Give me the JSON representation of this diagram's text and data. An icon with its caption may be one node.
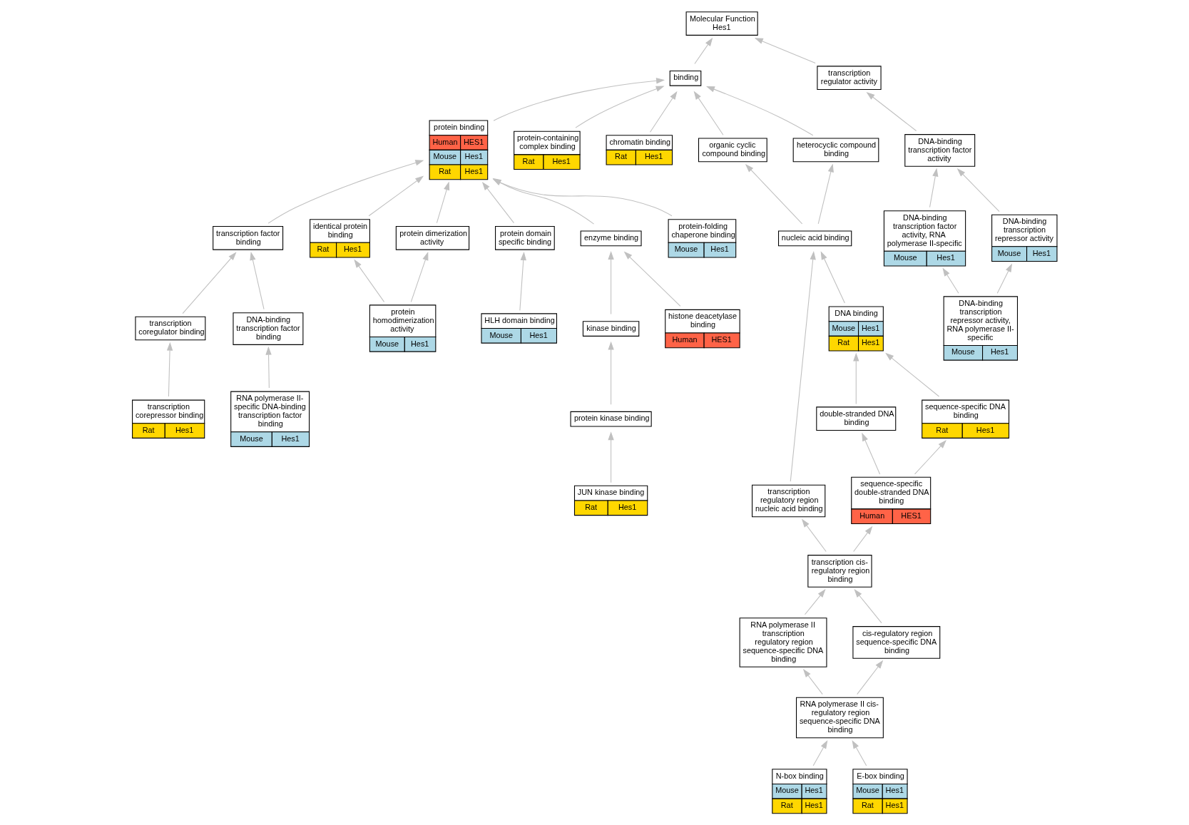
{
  "diagram": {
    "nodes": [
      {
        "text": [
          "Molecular Function Hes1"
        ]
      },
      {
        "text": [
          "binding"
        ]
      },
      {
        "text": [
          "transcription regulator activity"
        ]
      },
      {
        "text": [
          "protein binding",
          "Human",
          "HES1",
          "Mouse",
          "Hes1",
          "Rat",
          "Hes1"
        ]
      },
      {
        "text": [
          "protein-containing complex binding",
          "Rat",
          "Hes1"
        ]
      },
      {
        "text": [
          "chromatin binding",
          "Rat",
          "Hes1"
        ]
      },
      {
        "text": [
          "organic cyclic compound binding"
        ]
      },
      {
        "text": [
          "heterocyclic compound binding"
        ]
      },
      {
        "text": [
          "DNA-binding transcription factor activity"
        ]
      },
      {
        "text": [
          "nucleic acid binding"
        ]
      },
      {
        "text": [
          "transcription factor binding"
        ]
      },
      {
        "text": [
          "identical protein binding",
          "Rat",
          "Hes1"
        ]
      },
      {
        "text": [
          "protein dimerization activity"
        ]
      },
      {
        "text": [
          "protein domain specific binding"
        ]
      },
      {
        "text": [
          "enzyme binding"
        ]
      },
      {
        "text": [
          "protein-folding chaperone binding",
          "Mouse",
          "Hes1"
        ]
      },
      {
        "text": [
          "DNA-binding transcription factor activity, RNA polymerase II-specific",
          "Mouse",
          "Hes1"
        ]
      },
      {
        "text": [
          "DNA-binding transcription repressor activity",
          "Mouse",
          "Hes1"
        ]
      },
      {
        "text": [
          "DNA binding",
          "Mouse",
          "Hes1",
          "Rat",
          "Hes1"
        ]
      },
      {
        "text": [
          "transcription coregulator binding"
        ]
      },
      {
        "text": [
          "DNA-binding transcription factor binding"
        ]
      },
      {
        "text": [
          "protein homodimerization activity",
          "Mouse",
          "Hes1"
        ]
      },
      {
        "text": [
          "HLH domain binding",
          "Mouse",
          "Hes1"
        ]
      },
      {
        "text": [
          "kinase binding"
        ]
      },
      {
        "text": [
          "histone deacetylase binding",
          "Human",
          "HES1"
        ]
      },
      {
        "text": [
          "DNA-binding transcription repressor activity, RNA polymerase II-specific",
          "Mouse",
          "Hes1"
        ]
      },
      {
        "text": [
          "double-stranded DNA binding"
        ]
      },
      {
        "text": [
          "sequence-specific DNA binding",
          "Rat",
          "Hes1"
        ]
      },
      {
        "text": [
          "transcription corepressor binding",
          "Rat",
          "Hes1"
        ]
      },
      {
        "text": [
          "RNA polymerase II-specific DNA-binding transcription factor binding",
          "Mouse",
          "Hes1"
        ]
      },
      {
        "text": [
          "protein kinase binding"
        ]
      },
      {
        "text": [
          "transcription regulatory region nucleic acid binding"
        ]
      },
      {
        "text": [
          "sequence-specific double-stranded DNA binding",
          "Human",
          "HES1"
        ]
      },
      {
        "text": [
          "JUN kinase binding",
          "Rat",
          "Hes1"
        ]
      },
      {
        "text": [
          "transcription cis-regulatory region binding"
        ]
      },
      {
        "text": [
          "RNA polymerase II transcription regulatory region sequence-specific DNA binding"
        ]
      },
      {
        "text": [
          "cis-regulatory region sequence-specific DNA binding"
        ]
      },
      {
        "text": [
          "RNA polymerase II cis-regulatory region sequence-specific DNA binding"
        ]
      },
      {
        "text": [
          "N-box binding",
          "Mouse",
          "Hes1",
          "Rat",
          "Hes1"
        ]
      },
      {
        "text": [
          "E-box binding",
          "Mouse",
          "Hes1",
          "Rat",
          "Hes1"
        ]
      }
    ],
    "edges": [
      {
        "from": 1,
        "to": 0,
        "arrow": "to"
      },
      {
        "from": 2,
        "to": 0,
        "arrow": "to"
      },
      {
        "from": 6,
        "to": 1,
        "arrow": "to"
      },
      {
        "from": 7,
        "to": 1,
        "arrow": "to"
      },
      {
        "from": 3,
        "to": 1,
        "arrow": "to"
      },
      {
        "from": 4,
        "to": 1,
        "arrow": "to"
      },
      {
        "from": 5,
        "to": 1,
        "arrow": "to"
      },
      {
        "from": 8,
        "to": 2,
        "arrow": "to"
      },
      {
        "from": 9,
        "to": 6,
        "arrow": "to"
      },
      {
        "from": 9,
        "to": 7,
        "arrow": "to"
      },
      {
        "from": 10,
        "to": 3,
        "arrow": "to"
      },
      {
        "from": 11,
        "to": 3,
        "arrow": "to"
      },
      {
        "from": 12,
        "to": 3,
        "arrow": "to"
      },
      {
        "from": 13,
        "to": 3,
        "arrow": "to"
      },
      {
        "from": 14,
        "to": 3,
        "arrow": "to"
      },
      {
        "from": 15,
        "to": 3,
        "arrow": "to"
      },
      {
        "from": 16,
        "to": 8,
        "arrow": "to"
      },
      {
        "from": 17,
        "to": 8,
        "arrow": "to"
      },
      {
        "from": 18,
        "to": 9,
        "arrow": "to"
      },
      {
        "from": 31,
        "to": 9,
        "arrow": "to"
      },
      {
        "from": 19,
        "to": 10,
        "arrow": "to"
      },
      {
        "from": 20,
        "to": 10,
        "arrow": "to"
      },
      {
        "from": 21,
        "to": 11,
        "arrow": "to"
      },
      {
        "from": 21,
        "to": 12,
        "arrow": "to"
      },
      {
        "from": 22,
        "to": 13,
        "arrow": "to"
      },
      {
        "from": 23,
        "to": 14,
        "arrow": "to"
      },
      {
        "from": 24,
        "to": 14,
        "arrow": "to"
      },
      {
        "from": 25,
        "to": 16,
        "arrow": "to"
      },
      {
        "from": 25,
        "to": 17,
        "arrow": "to"
      },
      {
        "from": 26,
        "to": 18,
        "arrow": "to"
      },
      {
        "from": 27,
        "to": 18,
        "arrow": "to"
      },
      {
        "from": 28,
        "to": 19,
        "arrow": "to"
      },
      {
        "from": 29,
        "to": 20,
        "arrow": "to"
      },
      {
        "from": 30,
        "to": 23,
        "arrow": "to"
      },
      {
        "from": 33,
        "to": 30,
        "arrow": "to"
      },
      {
        "from": 32,
        "to": 26,
        "arrow": "to"
      },
      {
        "from": 32,
        "to": 27,
        "arrow": "to"
      },
      {
        "from": 34,
        "to": 31,
        "arrow": "to"
      },
      {
        "from": 34,
        "to": 32,
        "arrow": "to"
      },
      {
        "from": 35,
        "to": 34,
        "arrow": "to"
      },
      {
        "from": 36,
        "to": 34,
        "arrow": "to"
      },
      {
        "from": 37,
        "to": 35,
        "arrow": "to"
      },
      {
        "from": 37,
        "to": 36,
        "arrow": "to"
      },
      {
        "from": 38,
        "to": 37,
        "arrow": "to"
      },
      {
        "from": 39,
        "to": 37,
        "arrow": "to"
      }
    ]
  }
}
